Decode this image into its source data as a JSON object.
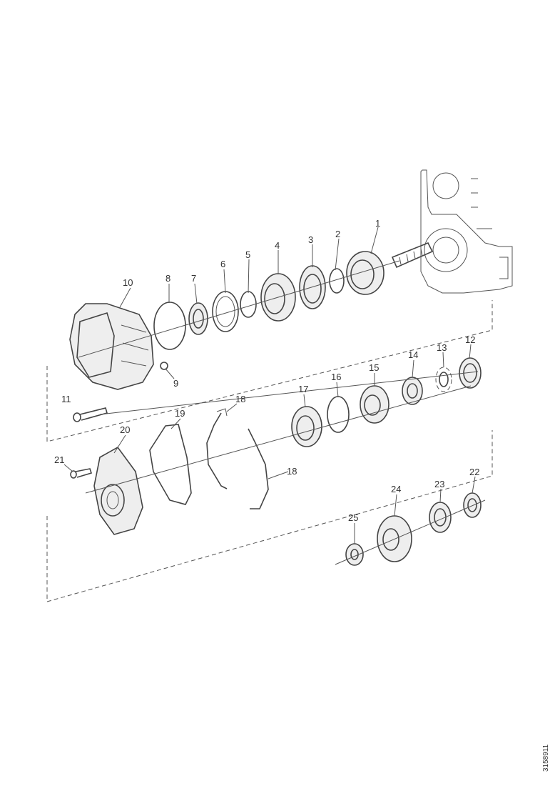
{
  "callouts": [
    "1",
    "2",
    "3",
    "4",
    "5",
    "6",
    "7",
    "8",
    "9",
    "10",
    "11",
    "12",
    "13",
    "14",
    "15",
    "16",
    "17",
    "18",
    "19",
    "20",
    "21",
    "22",
    "23",
    "24",
    "25",
    "18"
  ],
  "reference_code": "3158911"
}
